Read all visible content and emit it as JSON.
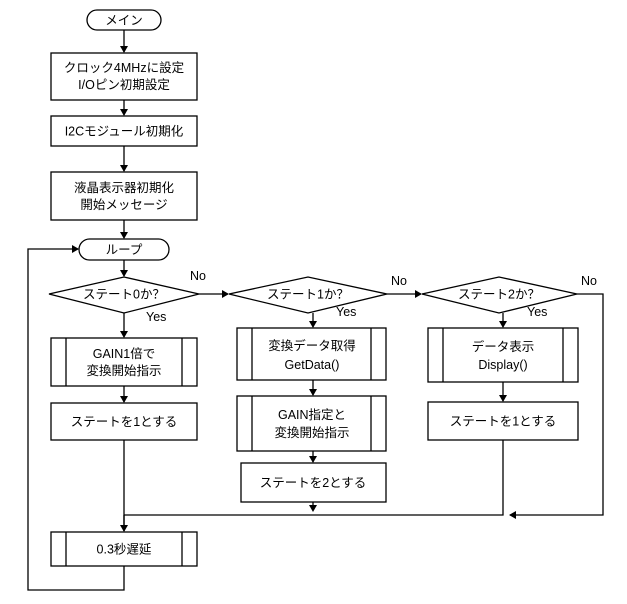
{
  "nodes": {
    "start": "メイン",
    "clock_line1": "クロック4MHzに設定",
    "clock_line2": "I/Oピン初期設定",
    "i2c": "I2Cモジュール初期化",
    "lcd_line1": "液晶表示器初期化",
    "lcd_line2": "開始メッセージ",
    "loop": "ループ",
    "state0": "ステート0か？",
    "state1": "ステート1か？",
    "state2": "ステート2か？",
    "gain1_line1": "GAIN1倍で",
    "gain1_line2": "変換開始指示",
    "set_state1_a": "ステートを1とする",
    "getdata_line1": "変換データ取得",
    "getdata_line2": "GetData()",
    "gain_line1": "GAIN指定と",
    "gain_line2": "変換開始指示",
    "set_state2": "ステートを2とする",
    "display_line1": "データ表示",
    "display_line2": "Display()",
    "set_state1_b": "ステートを1とする",
    "delay": "0.3秒遅延"
  },
  "labels": {
    "yes": "Yes",
    "no": "No"
  }
}
